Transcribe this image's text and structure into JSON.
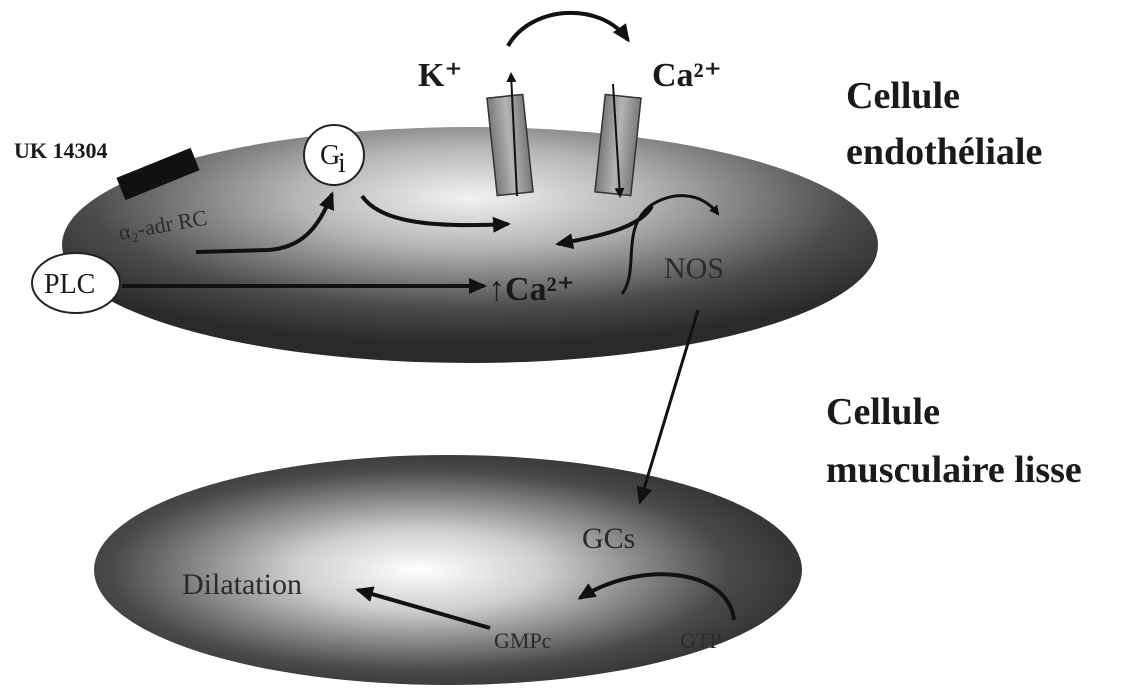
{
  "ions": {
    "k": "K⁺",
    "ca": "Ca²⁺"
  },
  "cells": {
    "endothelial": {
      "line1": "Cellule",
      "line2": "endothéliale"
    },
    "smooth_muscle": {
      "line1": "Cellule",
      "line2": "musculaire lisse"
    }
  },
  "agonist": "UK 14304",
  "receptor": "α₂-adr RC",
  "nodes": {
    "gi_main": "G",
    "gi_sub": "i",
    "plc": "PLC",
    "ca_increase": "↑Ca²⁺",
    "nos": "NOS",
    "gcs": "GCs",
    "gtp": "GTP",
    "gmpc": "GMPc",
    "dilatation": "Dilatation"
  },
  "colors": {
    "cell_dark": "#3a3a3a",
    "cell_light": "#f4f4f4",
    "channel": "#9a9a9a",
    "ink": "#111111"
  }
}
